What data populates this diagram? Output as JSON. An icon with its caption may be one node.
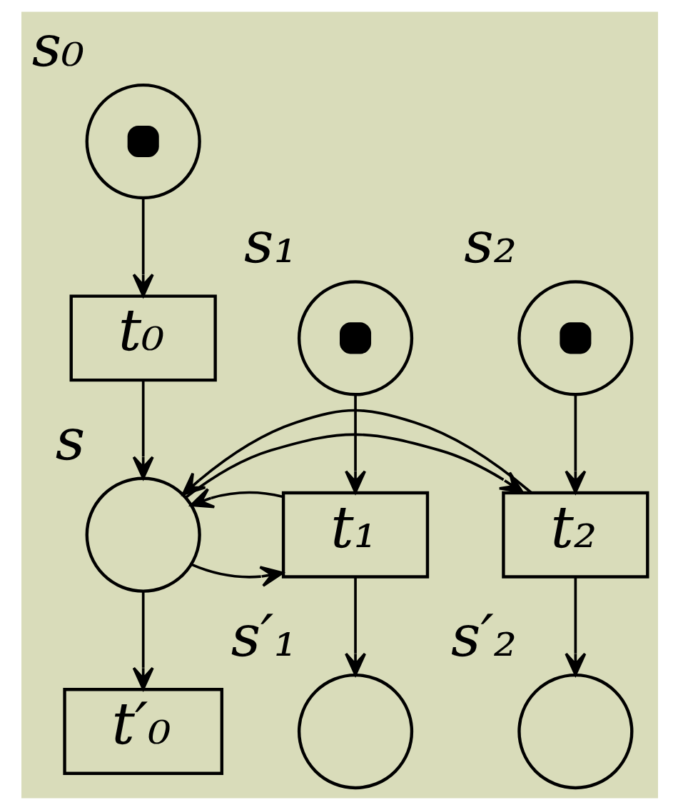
{
  "diagram": {
    "nodes": [
      {
        "text": [],
        "shape": "circle",
        "beside": [
          "s₀"
        ]
      },
      {
        "text": [],
        "shape": "circle",
        "beside": [
          "s₁"
        ]
      },
      {
        "text": [
          "t₀"
        ]
      },
      {
        "text": [],
        "shape": "circle",
        "beside": [
          "s₂"
        ]
      },
      {
        "text": [
          "t₁"
        ]
      },
      {
        "text": [],
        "shape": "circle",
        "beside": [
          "s"
        ]
      },
      {
        "text": [
          "t₂"
        ]
      },
      {
        "text": [],
        "shape": "circle",
        "beside": [
          "s′₁"
        ]
      },
      {
        "text": [
          "t′₀"
        ]
      },
      {
        "text": [],
        "shape": "circle",
        "beside": [
          "s′₂"
        ]
      }
    ],
    "edges": [
      {
        "from": 0,
        "to": 2,
        "arrow": "to"
      },
      {
        "from": 2,
        "to": 5,
        "arrow": "to"
      },
      {
        "from": 1,
        "to": 4,
        "arrow": "to"
      },
      {
        "from": 3,
        "to": 6,
        "arrow": "to"
      },
      {
        "from": 5,
        "to": 4,
        "arrow": "to"
      },
      {
        "from": 4,
        "to": 5,
        "arrow": "to"
      },
      {
        "from": 5,
        "to": 6,
        "arrow": "to"
      },
      {
        "from": 6,
        "to": 5,
        "arrow": "to"
      },
      {
        "from": 5,
        "to": 8,
        "arrow": "to"
      },
      {
        "from": 4,
        "to": 7,
        "arrow": "to"
      },
      {
        "from": 6,
        "to": 9,
        "arrow": "to"
      }
    ]
  }
}
